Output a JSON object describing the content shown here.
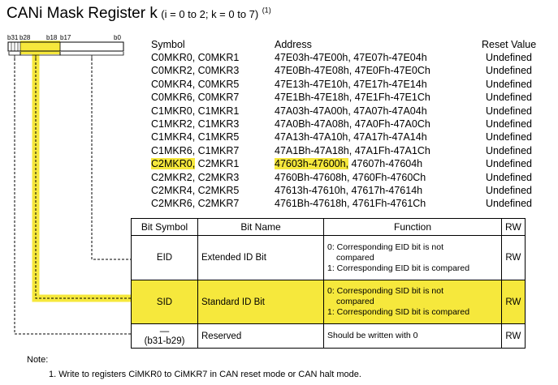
{
  "title": {
    "main": "CANi Mask Register k",
    "condition": "(i = 0 to 2; k = 0 to 7)",
    "note_ref": "(1)"
  },
  "bit_labels": {
    "b31": "b31",
    "b28": "b28",
    "b18": "b18",
    "b17": "b17",
    "b0": "b0"
  },
  "register_table": {
    "headers": {
      "symbol": "Symbol",
      "address": "Address",
      "reset": "Reset Value"
    },
    "rows": [
      {
        "symbol": "C0MKR0, C0MKR1",
        "address": "47E03h-47E00h, 47E07h-47E04h",
        "reset": "Undefined"
      },
      {
        "symbol": "C0MKR2, C0MKR3",
        "address": "47E0Bh-47E08h, 47E0Fh-47E0Ch",
        "reset": "Undefined"
      },
      {
        "symbol": "C0MKR4, C0MKR5",
        "address": "47E13h-47E10h, 47E17h-47E14h",
        "reset": "Undefined"
      },
      {
        "symbol": "C0MKR6, C0MKR7",
        "address": "47E1Bh-47E18h, 47E1Fh-47E1Ch",
        "reset": "Undefined"
      },
      {
        "symbol": "C1MKR0, C1MKR1",
        "address": "47A03h-47A00h, 47A07h-47A04h",
        "reset": "Undefined"
      },
      {
        "symbol": "C1MKR2, C1MKR3",
        "address": "47A0Bh-47A08h, 47A0Fh-47A0Ch",
        "reset": "Undefined"
      },
      {
        "symbol": "C1MKR4, C1MKR5",
        "address": "47A13h-47A10h, 47A17h-47A14h",
        "reset": "Undefined"
      },
      {
        "symbol": "C1MKR6, C1MKR7",
        "address": "47A1Bh-47A18h, 47A1Fh-47A1Ch",
        "reset": "Undefined"
      },
      {
        "symbol_hl": "C2MKR0,",
        "symbol_rest": " C2MKR1",
        "address_hl": "47603h-47600h,",
        "address_rest": " 47607h-47604h",
        "reset": "Undefined"
      },
      {
        "symbol": "C2MKR2, C2MKR3",
        "address": "4760Bh-47608h, 4760Fh-4760Ch",
        "reset": "Undefined"
      },
      {
        "symbol": "C2MKR4, C2MKR5",
        "address": "47613h-47610h, 47617h-47614h",
        "reset": "Undefined"
      },
      {
        "symbol": "C2MKR6, C2MKR7",
        "address": "4761Bh-47618h, 4761Fh-4761Ch",
        "reset": "Undefined"
      }
    ]
  },
  "bit_table": {
    "headers": {
      "bit_symbol": "Bit Symbol",
      "bit_name": "Bit Name",
      "function": "Function",
      "rw": "RW"
    },
    "rows": [
      {
        "symbol": "EID",
        "name": "Extended ID Bit",
        "function_lines": [
          "0: Corresponding EID bit is not",
          "compared",
          "1: Corresponding EID bit is compared"
        ],
        "rw": "RW"
      },
      {
        "symbol": "SID",
        "name": "Standard ID Bit",
        "function_lines": [
          "0: Corresponding SID bit is not",
          "compared",
          "1: Corresponding SID bit is compared"
        ],
        "rw": "RW"
      },
      {
        "symbol": "—",
        "symbol_sub": "(b31-b29)",
        "name": "Reserved",
        "function_lines": [
          "Should be written with 0"
        ],
        "rw": "RW"
      }
    ]
  },
  "note": {
    "label": "Note:",
    "items": [
      "1.  Write to registers CiMKR0 to CiMKR7 in CAN reset mode or CAN halt mode."
    ]
  },
  "colors": {
    "highlight": "#f6e83c"
  }
}
